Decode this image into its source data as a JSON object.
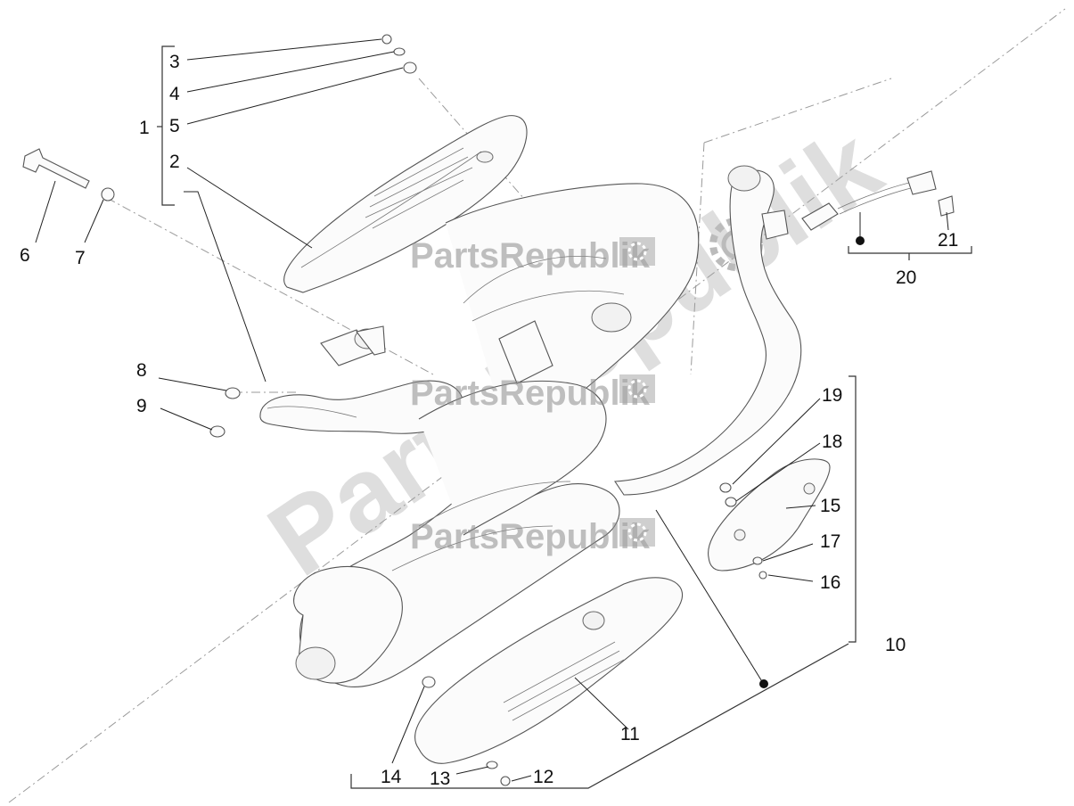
{
  "diagram": {
    "callouts": [
      "1",
      "2",
      "3",
      "4",
      "5",
      "6",
      "7",
      "8",
      "9",
      "10",
      "11",
      "12",
      "13",
      "14",
      "15",
      "16",
      "17",
      "18",
      "19",
      "20",
      "21"
    ],
    "watermark": {
      "text": "PartsRepublik",
      "gear_icon": "gear-icon"
    },
    "colors": {
      "line": "#222222",
      "part_stroke": "#555555",
      "watermark": "#8e8e8e"
    }
  }
}
